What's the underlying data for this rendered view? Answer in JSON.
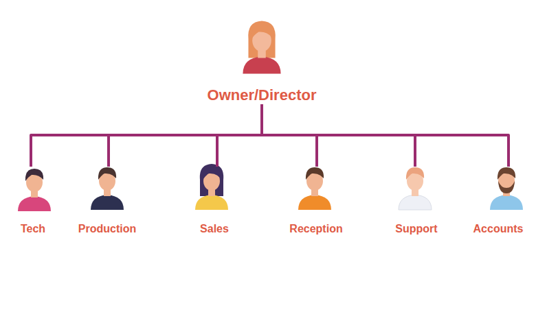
{
  "diagram": {
    "nodes": [
      {
        "text": [
          "Owner/Director"
        ]
      },
      {
        "text": [
          "Tech"
        ]
      },
      {
        "text": [
          "Production"
        ]
      },
      {
        "text": [
          "Sales"
        ]
      },
      {
        "text": [
          "Reception"
        ]
      },
      {
        "text": [
          "Support"
        ]
      },
      {
        "text": [
          "Accounts"
        ]
      }
    ],
    "edges": [
      {
        "from": 0,
        "to": 1,
        "arrow": "none"
      },
      {
        "from": 0,
        "to": 2,
        "arrow": "none"
      },
      {
        "from": 0,
        "to": 3,
        "arrow": "none"
      },
      {
        "from": 0,
        "to": 4,
        "arrow": "none"
      },
      {
        "from": 0,
        "to": 5,
        "arrow": "none"
      },
      {
        "from": 0,
        "to": 6,
        "arrow": "none"
      }
    ]
  }
}
